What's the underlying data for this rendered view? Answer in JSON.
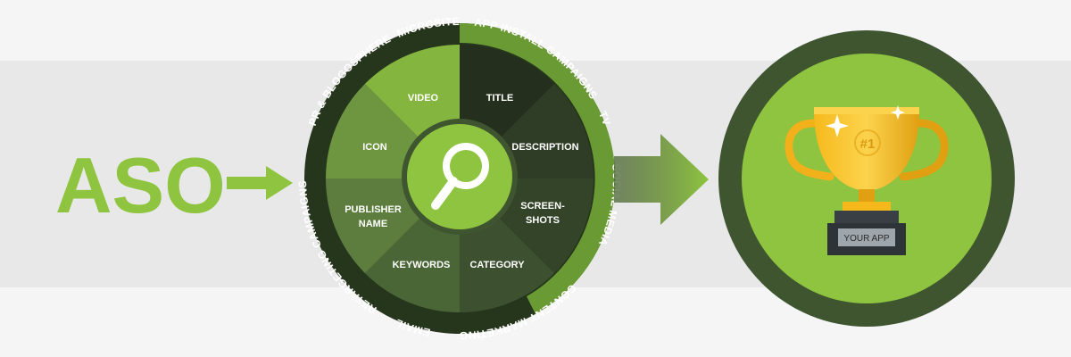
{
  "headline": "ASO",
  "colors": {
    "band": "#e6e6e6",
    "green": "#8ec43f",
    "dark": "#3f5530",
    "ring_outer": "#2a3a20",
    "gold": "#f6b91c"
  },
  "outer_ring": {
    "labels": [
      "MICROSITE",
      "APP INSTALL CAMPAIGNS",
      "TV",
      "SOCIAL MEDIA",
      "CONTENT MARKETING",
      "EMAIL",
      "RETARGETING CAMPAIGNS",
      "PR & BLOGOSPHERE"
    ]
  },
  "segments": [
    {
      "label": "TITLE"
    },
    {
      "label": "DESCRIPTION"
    },
    {
      "label": "SCREEN-",
      "label2": "SHOTS"
    },
    {
      "label": "CATEGORY"
    },
    {
      "label": "KEYWORDS"
    },
    {
      "label": "PUBLISHER",
      "label2": "NAME"
    },
    {
      "label": "ICON"
    },
    {
      "label": "VIDEO"
    }
  ],
  "center_icon": "search-icon",
  "trophy": {
    "icon": "trophy-icon",
    "rank": "#1",
    "plaque": "YOUR APP"
  }
}
